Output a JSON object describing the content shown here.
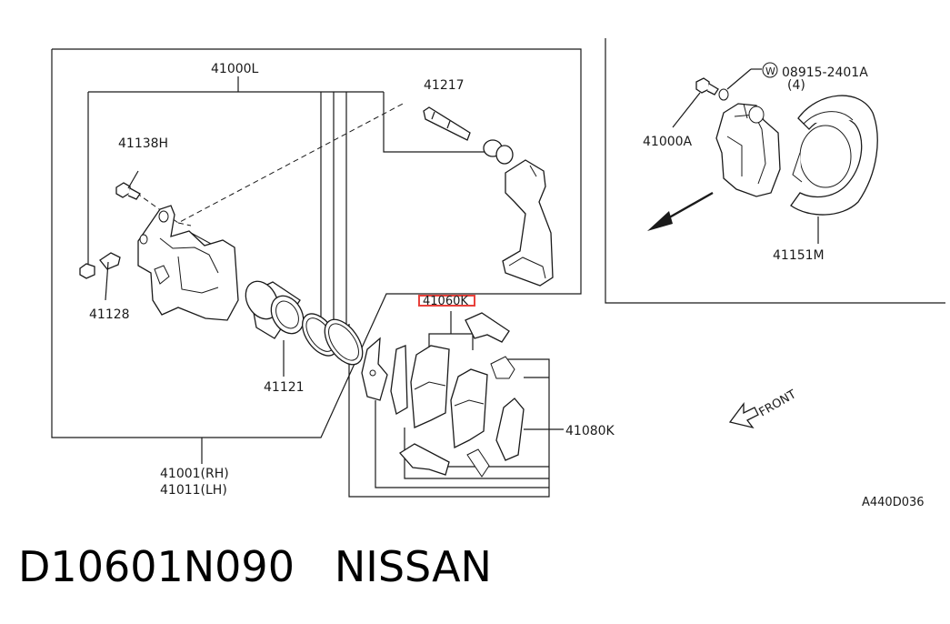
{
  "labels": {
    "caliper_assy": "41000L",
    "pin_upper": "41217",
    "bolt_h": "41138H",
    "bleeder": "41128",
    "piston": "41121",
    "caliper_rh": "41001(RH)",
    "caliper_lh": "41011(LH)",
    "pad_kit": "41080K",
    "highlighted_part": "41060K",
    "caliper_a": "41000A",
    "bolt_spec": "08915-2401A",
    "bolt_qty": "(4)",
    "washer_marker": "W",
    "baffle": "41151M",
    "front_arrow": "FRONT",
    "diagram_code": "A440D036"
  },
  "footer": {
    "part_number": "D10601N090",
    "brand": "NISSAN"
  },
  "colors": {
    "highlight": "#e8413b",
    "line": "#1a1a1a"
  }
}
